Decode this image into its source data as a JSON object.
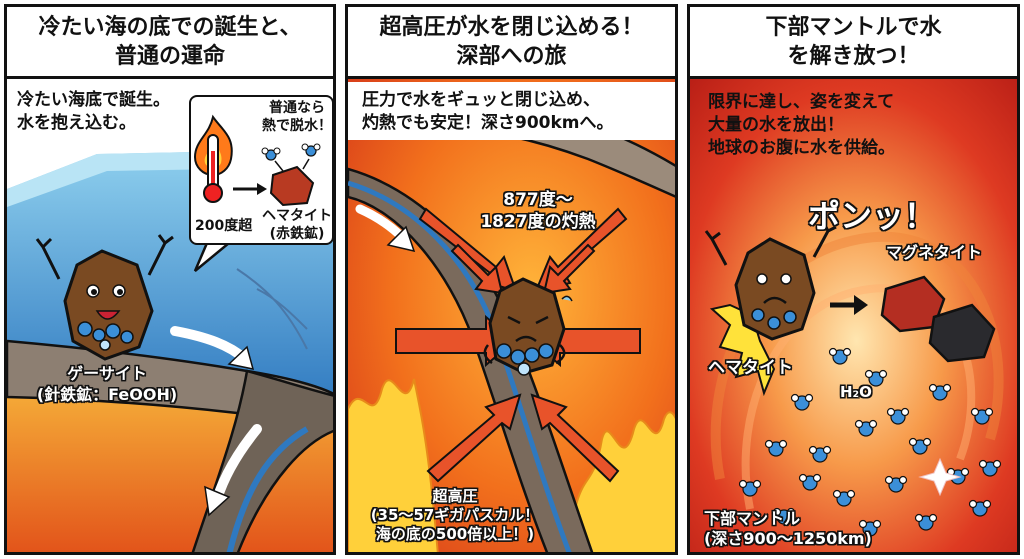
{
  "panels": [
    {
      "title_line1": "冷たい海の底での誕生と、",
      "title_line2": "普通の運命",
      "caption_line1": "冷たい海底で誕生。",
      "caption_line2": "水を抱え込む。",
      "bubble_text_line1": "普通なら",
      "bubble_text_line2": "熱で脱水！",
      "temp_label": "200度超",
      "hematite_label_line1": "ヘマタイト",
      "hematite_label_line2": "(赤鉄鉱)",
      "mineral_label_line1": "ゲーサイト",
      "mineral_label_line2": "(針鉄鉱：FeOOH)"
    },
    {
      "title_line1": "超高圧が水を閉じ込める！",
      "title_line2": "深部への旅",
      "caption_line1": "圧力で水をギュッと閉じ込め、",
      "caption_line2": "灼熱でも安定！深さ900kmへ。",
      "temp_line1": "877度～",
      "temp_line2": "1827度の灼熱",
      "pressure_line1": "超高圧",
      "pressure_line2": "(35～57ギガパスカル！",
      "pressure_line3": "海の底の500倍以上！)"
    },
    {
      "title_line1": "下部マントルで水",
      "title_line2": "を解き放つ！",
      "caption_line1": "限界に達し、姿を変えて",
      "caption_line2": "大量の水を放出！",
      "caption_line3": "地球のお腹に水を供給。",
      "sfx": "ポンッ！",
      "magnetite_label": "マグネタイト",
      "hematite_label": "ヘマタイト",
      "water_label": "H₂O",
      "mantle_label_line1": "下部マントル",
      "mantle_label_line2": "(深さ900～1250km)"
    }
  ],
  "colors": {
    "ocean": "#4f9fd6",
    "ocean_light": "#9fd4ef",
    "crust": "#8a7a6a",
    "magma": "#f07a1e",
    "mantle_red": "#c8281a",
    "water_blue": "#3b8fd8"
  }
}
